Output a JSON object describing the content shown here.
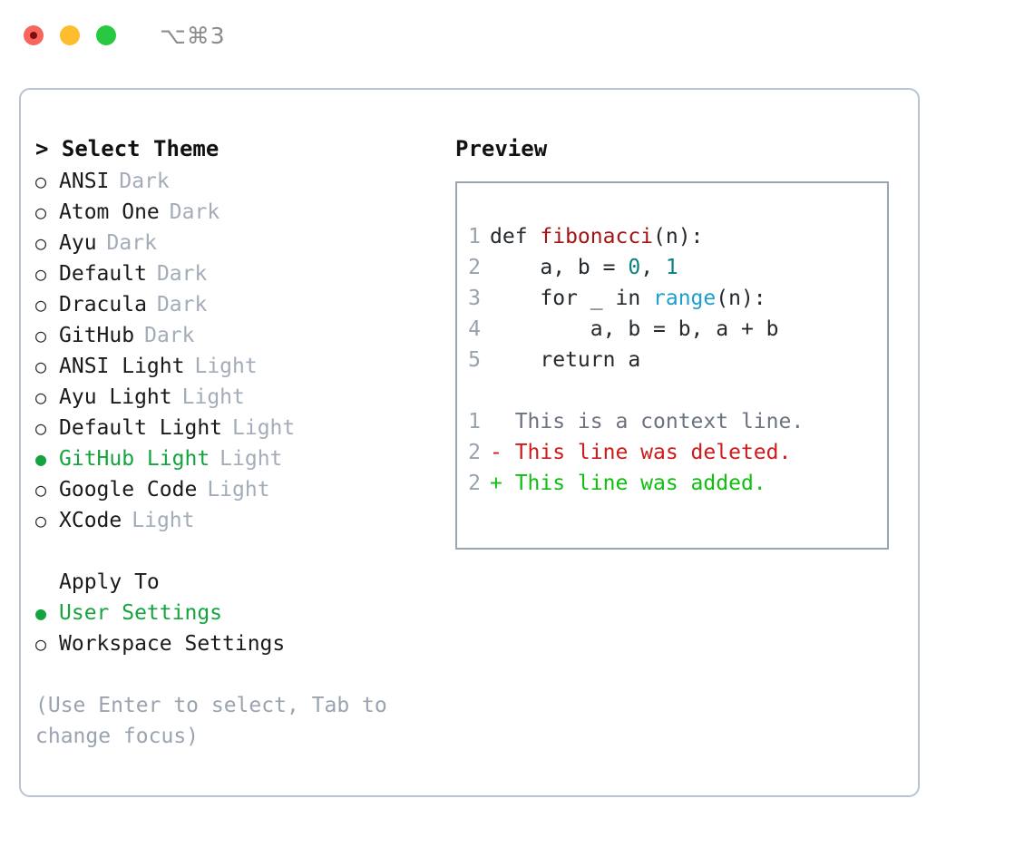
{
  "titlebar": {
    "shortcut": "⌥⌘3",
    "dots": [
      {
        "name": "close",
        "color": "#f8655f"
      },
      {
        "name": "minimize",
        "color": "#fcbd2e"
      },
      {
        "name": "maximize",
        "color": "#28c840"
      }
    ]
  },
  "theme_selector": {
    "header": "> Select Theme",
    "items": [
      {
        "marker": "○",
        "name": "ANSI",
        "kind": "Dark",
        "selected": false
      },
      {
        "marker": "○",
        "name": "Atom One",
        "kind": "Dark",
        "selected": false
      },
      {
        "marker": "○",
        "name": "Ayu",
        "kind": "Dark",
        "selected": false
      },
      {
        "marker": "○",
        "name": "Default",
        "kind": "Dark",
        "selected": false
      },
      {
        "marker": "○",
        "name": "Dracula",
        "kind": "Dark",
        "selected": false
      },
      {
        "marker": "○",
        "name": "GitHub",
        "kind": "Dark",
        "selected": false
      },
      {
        "marker": "○",
        "name": "ANSI Light",
        "kind": "Light",
        "selected": false
      },
      {
        "marker": "○",
        "name": "Ayu Light",
        "kind": "Light",
        "selected": false
      },
      {
        "marker": "○",
        "name": "Default Light",
        "kind": "Light",
        "selected": false
      },
      {
        "marker": "●",
        "name": "GitHub Light",
        "kind": "Light",
        "selected": true
      },
      {
        "marker": "○",
        "name": "Google Code",
        "kind": "Light",
        "selected": false
      },
      {
        "marker": "○",
        "name": "XCode",
        "kind": "Light",
        "selected": false
      }
    ]
  },
  "apply_to": {
    "header": "Apply To",
    "options": [
      {
        "marker": "●",
        "label": "User Settings",
        "selected": true
      },
      {
        "marker": "○",
        "label": "Workspace Settings",
        "selected": false
      }
    ]
  },
  "hint": "(Use Enter to select, Tab to change focus)",
  "preview": {
    "title": "Preview",
    "code_lines": [
      {
        "number": "1",
        "tokens": [
          {
            "text": "def ",
            "type": "plain"
          },
          {
            "text": "fibonacci",
            "type": "fn"
          },
          {
            "text": "(n):",
            "type": "plain"
          }
        ]
      },
      {
        "number": "2",
        "tokens": [
          {
            "text": "    a, b = ",
            "type": "plain"
          },
          {
            "text": "0",
            "type": "num"
          },
          {
            "text": ", ",
            "type": "plain"
          },
          {
            "text": "1",
            "type": "num"
          }
        ]
      },
      {
        "number": "3",
        "tokens": [
          {
            "text": "    for _ in ",
            "type": "plain"
          },
          {
            "text": "range",
            "type": "call"
          },
          {
            "text": "(n):",
            "type": "plain"
          }
        ]
      },
      {
        "number": "4",
        "tokens": [
          {
            "text": "        a, b = b, a + b",
            "type": "plain"
          }
        ]
      },
      {
        "number": "5",
        "tokens": [
          {
            "text": "    return a",
            "type": "plain"
          }
        ]
      }
    ],
    "diff_lines": [
      {
        "number": "1",
        "text": "  This is a context line.",
        "type": "context"
      },
      {
        "number": "2",
        "text": "- This line was deleted.",
        "type": "deleted"
      },
      {
        "number": "2",
        "text": "+ This line was added.",
        "type": "added"
      }
    ]
  },
  "colors": {
    "accent_green": "#14a33e",
    "muted": "#a3acb9",
    "border": "#b9c2cf",
    "code_border": "#9aa5b4",
    "fn_red": "#a51414",
    "num_teal": "#0b8080",
    "call_blue": "#1f9dd0",
    "diff_delete": "#cc1b1b",
    "diff_add": "#0fbf0f",
    "gutter": "#98a2ad"
  }
}
